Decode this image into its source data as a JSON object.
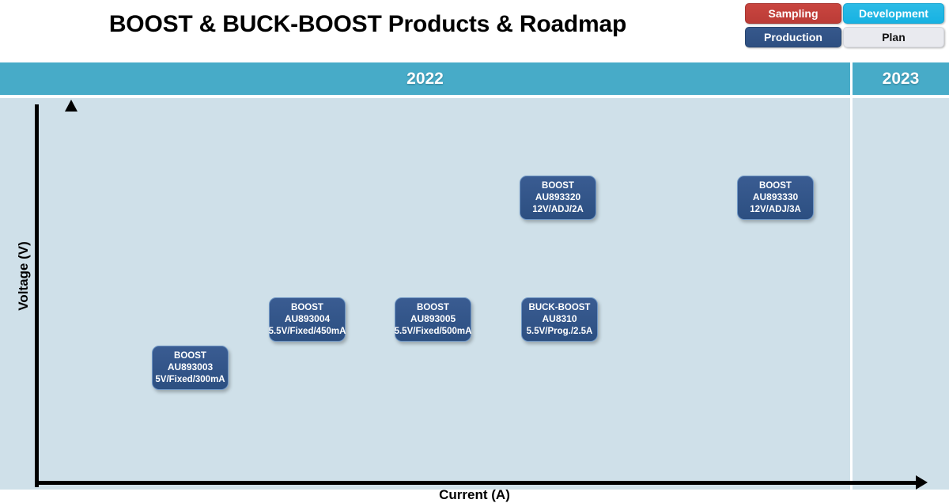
{
  "header": {
    "title": "BOOST & BUCK-BOOST Products & Roadmap"
  },
  "legend": {
    "items": [
      {
        "key": "sampling",
        "label": "Sampling",
        "color": "#c2403a"
      },
      {
        "key": "development",
        "label": "Development",
        "color": "#20b5e3"
      },
      {
        "key": "production",
        "label": "Production",
        "color": "#31537f"
      },
      {
        "key": "plan",
        "label": "Plan",
        "color": "#e9eaef"
      }
    ]
  },
  "timeline": {
    "years": [
      {
        "label": "2022"
      },
      {
        "label": "2023"
      }
    ],
    "band_color": "#47abc8"
  },
  "axes": {
    "y_label": "Voltage (V)",
    "x_label": "Current (A)"
  },
  "chart_data": {
    "type": "scatter",
    "title": "BOOST & BUCK-BOOST Products & Roadmap",
    "xlabel": "Current (A)",
    "ylabel": "Voltage (V)",
    "background": "#cfe0e9",
    "legend_position": "top-right",
    "grid": false,
    "time_axis": [
      "2022",
      "2023"
    ],
    "points": [
      {
        "type": "BOOST",
        "part": "AU893003",
        "spec": "5V/Fixed/300mA",
        "voltage": "5V",
        "regulation": "Fixed",
        "current": "300mA",
        "status": "Production",
        "year": "2022"
      },
      {
        "type": "BOOST",
        "part": "AU893004",
        "spec": "5.5V/Fixed/450mA",
        "voltage": "5.5V",
        "regulation": "Fixed",
        "current": "450mA",
        "status": "Production",
        "year": "2022"
      },
      {
        "type": "BOOST",
        "part": "AU893005",
        "spec": "5.5V/Fixed/500mA",
        "voltage": "5.5V",
        "regulation": "Fixed",
        "current": "500mA",
        "status": "Production",
        "year": "2022"
      },
      {
        "type": "BUCK-BOOST",
        "part": "AU8310",
        "spec": "5.5V/Prog./2.5A",
        "voltage": "5.5V",
        "regulation": "Prog.",
        "current": "2.5A",
        "status": "Production",
        "year": "2022"
      },
      {
        "type": "BOOST",
        "part": "AU893320",
        "spec": "12V/ADJ/2A",
        "voltage": "12V",
        "regulation": "ADJ",
        "current": "2A",
        "status": "Production",
        "year": "2022"
      },
      {
        "type": "BOOST",
        "part": "AU893330",
        "spec": "12V/ADJ/3A",
        "voltage": "12V",
        "regulation": "ADJ",
        "current": "3A",
        "status": "Production",
        "year": "2022"
      }
    ]
  }
}
